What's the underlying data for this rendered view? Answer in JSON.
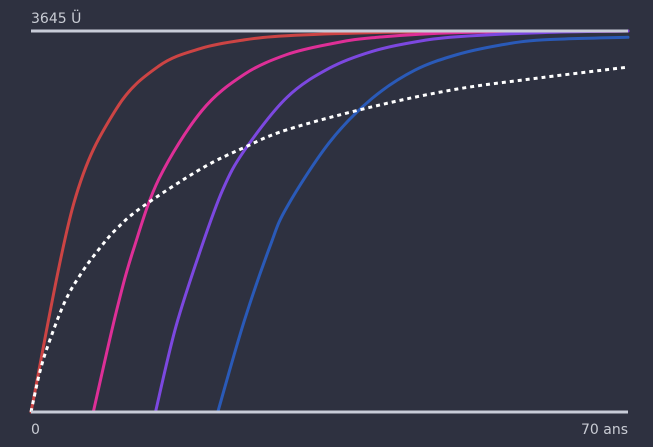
{
  "chart_data": {
    "type": "line",
    "title": "",
    "xlabel": "",
    "ylabel": "",
    "x_range": [
      0,
      70
    ],
    "y_range": [
      0,
      3645
    ],
    "xlim_labels": {
      "min": "0",
      "max": "70 ans"
    },
    "ylim_label": "3645 Ü",
    "grid": false,
    "legend": "none",
    "background": "#2e3140",
    "axis_color": "#c8ccd8",
    "series": [
      {
        "color": "#cc4444",
        "style": "solid",
        "points": [
          [
            0,
            0
          ],
          [
            5,
            1990
          ],
          [
            10,
            2900
          ],
          [
            15,
            3310
          ],
          [
            20,
            3480
          ],
          [
            25,
            3560
          ],
          [
            30,
            3600
          ],
          [
            40,
            3630
          ],
          [
            50,
            3640
          ],
          [
            70,
            3645
          ]
        ]
      },
      {
        "color": "#de2f97",
        "style": "solid",
        "points": [
          [
            7.3,
            0
          ],
          [
            10,
            960
          ],
          [
            12,
            1550
          ],
          [
            15,
            2230
          ],
          [
            20,
            2880
          ],
          [
            25,
            3230
          ],
          [
            30,
            3420
          ],
          [
            35,
            3520
          ],
          [
            40,
            3580
          ],
          [
            50,
            3630
          ],
          [
            70,
            3645
          ]
        ]
      },
      {
        "color": "#7c48e0",
        "style": "solid",
        "points": [
          [
            14.6,
            0
          ],
          [
            17,
            820
          ],
          [
            20,
            1580
          ],
          [
            22.5,
            2130
          ],
          [
            25,
            2500
          ],
          [
            30,
            3010
          ],
          [
            35,
            3290
          ],
          [
            40,
            3450
          ],
          [
            45,
            3540
          ],
          [
            50,
            3590
          ],
          [
            60,
            3630
          ],
          [
            70,
            3645
          ]
        ]
      },
      {
        "color": "#2a5ab8",
        "style": "solid",
        "points": [
          [
            21.9,
            0
          ],
          [
            25,
            870
          ],
          [
            28,
            1580
          ],
          [
            30,
            1960
          ],
          [
            35,
            2580
          ],
          [
            40,
            3000
          ],
          [
            45,
            3270
          ],
          [
            50,
            3420
          ],
          [
            55,
            3510
          ],
          [
            60,
            3560
          ],
          [
            70,
            3585
          ]
        ]
      },
      {
        "color": "#ffffff",
        "style": "dotted",
        "points": [
          [
            0,
            0
          ],
          [
            1,
            370
          ],
          [
            2,
            640
          ],
          [
            4,
            1060
          ],
          [
            6,
            1340
          ],
          [
            8,
            1560
          ],
          [
            10,
            1750
          ],
          [
            13,
            1960
          ],
          [
            20,
            2330
          ],
          [
            25,
            2530
          ],
          [
            30,
            2700
          ],
          [
            40,
            2920
          ],
          [
            50,
            3090
          ],
          [
            60,
            3200
          ],
          [
            70,
            3300
          ]
        ]
      }
    ]
  }
}
